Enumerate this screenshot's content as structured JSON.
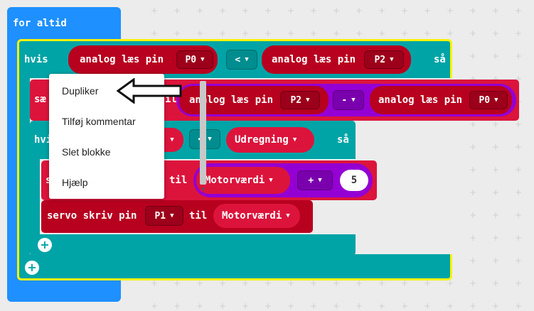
{
  "forever": {
    "label": "for altid"
  },
  "if1": {
    "hvis": "hvis",
    "left_read": "analog læs pin",
    "left_pin": "P0",
    "op": "<",
    "right_read": "analog læs pin",
    "right_pin": "P2",
    "then": "så"
  },
  "set1": {
    "prefix": "sæ",
    "til_partial": "il",
    "left_read": "analog læs pin",
    "left_pin": "P2",
    "op": "-",
    "right_read": "analog læs pin",
    "right_pin": "P0"
  },
  "if2": {
    "hvis_partial": "hvi",
    "op": "<",
    "var": "Udregning",
    "then": "så"
  },
  "set2": {
    "prefix": "s",
    "til": "til",
    "var": "Motorværdi",
    "op": "+",
    "num": "5"
  },
  "servo": {
    "label": "servo skriv pin",
    "pin": "P1",
    "til": "til",
    "var": "Motorværdi"
  },
  "context_menu": {
    "items": [
      "Dupliker",
      "Tilføj kommentar",
      "Slet blokke",
      "Hjælp"
    ]
  },
  "colors": {
    "forever": "#1e90ff",
    "logic": "#00a4a6",
    "variables": "#dc143c",
    "pins": "#b8001f",
    "math": "#9400d3",
    "highlight": "#fff200"
  }
}
